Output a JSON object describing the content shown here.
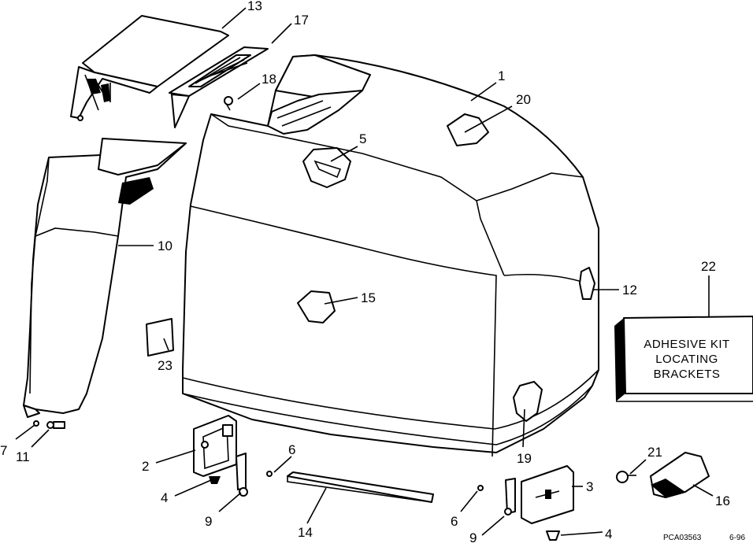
{
  "callouts": [
    {
      "id": "c1",
      "text": "1"
    },
    {
      "id": "c2",
      "text": "2"
    },
    {
      "id": "c3",
      "text": "3"
    },
    {
      "id": "c4a",
      "text": "4"
    },
    {
      "id": "c4b",
      "text": "4"
    },
    {
      "id": "c5",
      "text": "5"
    },
    {
      "id": "c6a",
      "text": "6"
    },
    {
      "id": "c6b",
      "text": "6"
    },
    {
      "id": "c7",
      "text": "7"
    },
    {
      "id": "c9a",
      "text": "9"
    },
    {
      "id": "c9b",
      "text": "9"
    },
    {
      "id": "c10",
      "text": "10"
    },
    {
      "id": "c11",
      "text": "11"
    },
    {
      "id": "c12",
      "text": "12"
    },
    {
      "id": "c13",
      "text": "13"
    },
    {
      "id": "c14",
      "text": "14"
    },
    {
      "id": "c15",
      "text": "15"
    },
    {
      "id": "c16",
      "text": "16"
    },
    {
      "id": "c17",
      "text": "17"
    },
    {
      "id": "c18",
      "text": "18"
    },
    {
      "id": "c19",
      "text": "19"
    },
    {
      "id": "c20",
      "text": "20"
    },
    {
      "id": "c21",
      "text": "21"
    },
    {
      "id": "c22",
      "text": "22"
    },
    {
      "id": "c23",
      "text": "23"
    }
  ],
  "kit_box": {
    "line1": "ADHESIVE KIT",
    "line2": "LOCATING",
    "line3": "BRACKETS"
  },
  "footer": {
    "code": "PCA03563",
    "date": "6-96"
  }
}
